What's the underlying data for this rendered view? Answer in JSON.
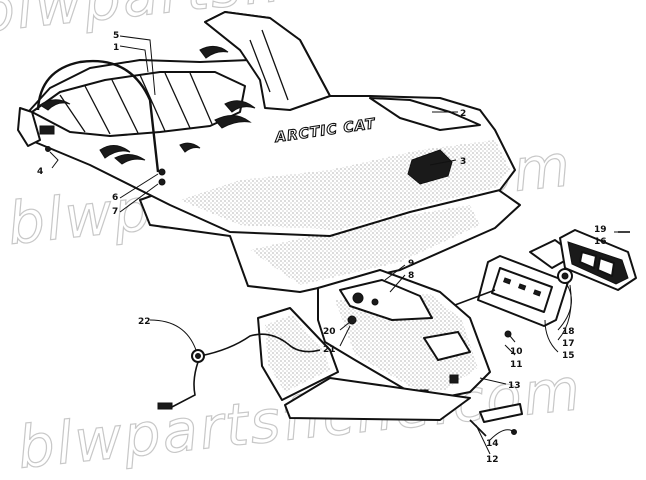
{
  "watermark": {
    "lines": [
      "blwpartsfiche.com",
      "blwpartsfiche.com",
      "blwpartsfiche.com"
    ]
  },
  "brand_text": "ARCTIC CAT",
  "callouts": [
    "1",
    "2",
    "3",
    "4",
    "5",
    "6",
    "7",
    "8",
    "9",
    "10",
    "11",
    "12",
    "13",
    "14",
    "15",
    "16",
    "17",
    "18",
    "19",
    "20",
    "21",
    "22"
  ]
}
